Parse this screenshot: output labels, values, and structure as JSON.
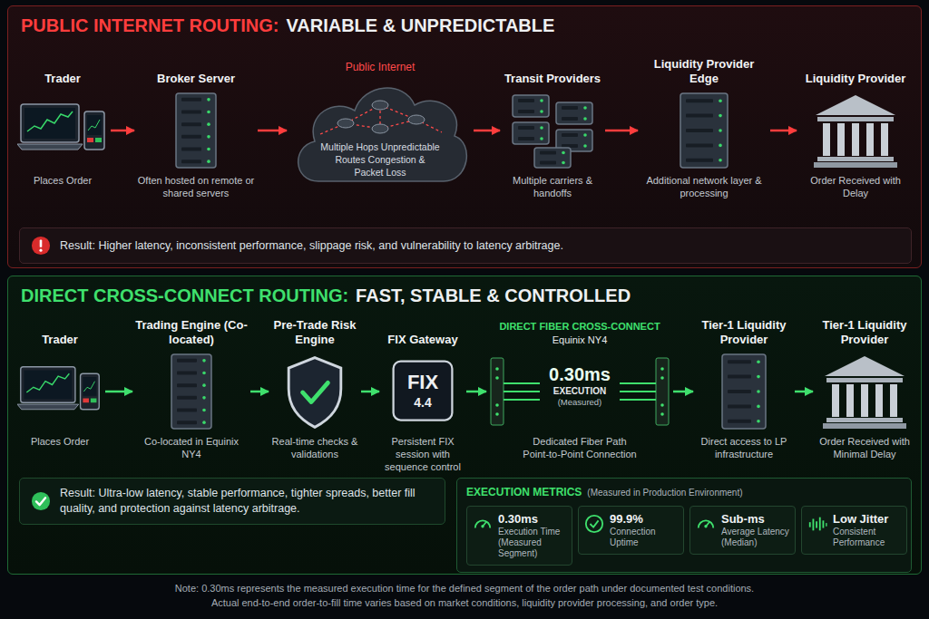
{
  "diagram": {
    "nodes": [
      {
        "text": [
          "PUBLIC INTERNET ROUTING:",
          "VARIABLE & UNPREDICTABLE"
        ]
      },
      {
        "text": [
          "Trader",
          "Places Order"
        ],
        "in": 0
      },
      {
        "text": [
          "Broker Server",
          "Often hosted on remote or shared servers"
        ],
        "in": 0
      },
      {
        "text": [
          "Public Internet",
          "Multiple Hops Unpredictable Routes Congestion & Packet Loss"
        ],
        "in": 0
      },
      {
        "text": [
          "Transit Providers",
          "Multiple carriers & handoffs"
        ],
        "in": 0
      },
      {
        "text": [
          "Liquidity Provider Edge",
          "Additional network layer & processing"
        ],
        "in": 0
      },
      {
        "text": [
          "Liquidity Provider",
          "Order Received with Delay"
        ],
        "in": 0
      },
      {
        "text": [
          "Result: Higher latency, inconsistent performance, slippage risk, and vulnerability to latency arbitrage."
        ],
        "in": 0
      },
      {
        "text": [
          "DIRECT CROSS-CONNECT ROUTING:",
          "FAST, STABLE & CONTROLLED"
        ]
      },
      {
        "text": [
          "Trader",
          "Places Order"
        ],
        "in": 8
      },
      {
        "text": [
          "Trading Engine (Co-located)",
          "Co-located in Equinix NY4"
        ],
        "in": 8
      },
      {
        "text": [
          "Pre-Trade Risk Engine",
          "Real-time checks & validations"
        ],
        "in": 8
      },
      {
        "text": [
          "FIX Gateway",
          "FIX",
          "4.4",
          "Persistent FIX session with sequence control"
        ],
        "in": 8
      },
      {
        "text": [
          "DIRECT FIBER CROSS-CONNECT",
          "Equinix NY4",
          "0.30ms",
          "EXECUTION",
          "(Measured)",
          "Dedicated Fiber Path",
          "Point-to-Point Connection"
        ],
        "in": 8
      },
      {
        "text": [
          "Tier-1 Liquidity Provider",
          "Direct access to LP infrastructure"
        ],
        "in": 8
      },
      {
        "text": [
          "Tier-1 Liquidity Provider",
          "Order Received with Minimal Delay"
        ],
        "in": 8
      },
      {
        "text": [
          "Result: Ultra-low latency, stable performance, tighter spreads, better fill quality, and protection against latency arbitrage."
        ],
        "in": 8
      },
      {
        "text": [
          "EXECUTION METRICS",
          "(Measured in Production Environment)"
        ],
        "in": 8
      },
      {
        "text": [
          "0.30ms",
          "Execution Time (Measured Segment)"
        ],
        "in": 17
      },
      {
        "text": [
          "99.9%",
          "Connection Uptime"
        ],
        "in": 17
      },
      {
        "text": [
          "Sub-ms",
          "Average Latency (Median)"
        ],
        "in": 17
      },
      {
        "text": [
          "Low Jitter",
          "Consistent Performance"
        ],
        "in": 17
      }
    ],
    "edges": [
      {
        "from": 1,
        "to": 2,
        "arrow": "to"
      },
      {
        "from": 2,
        "to": 3,
        "arrow": "to"
      },
      {
        "from": 3,
        "to": 4,
        "arrow": "to"
      },
      {
        "from": 4,
        "to": 5,
        "arrow": "to"
      },
      {
        "from": 5,
        "to": 6,
        "arrow": "to"
      },
      {
        "from": 9,
        "to": 10,
        "arrow": "to"
      },
      {
        "from": 10,
        "to": 11,
        "arrow": "to"
      },
      {
        "from": 11,
        "to": 12,
        "arrow": "to"
      },
      {
        "from": 12,
        "to": 13,
        "arrow": "to"
      },
      {
        "from": 13,
        "to": 14,
        "arrow": "to"
      },
      {
        "from": 14,
        "to": 15,
        "arrow": "to"
      }
    ],
    "labels": [
      "Note: 0.30ms represents the measured execution time for the defined segment of the order path under documented test conditions.",
      "Actual end-to-end order-to-fill time varies based on market conditions, liquidity provider processing, and order type."
    ]
  }
}
